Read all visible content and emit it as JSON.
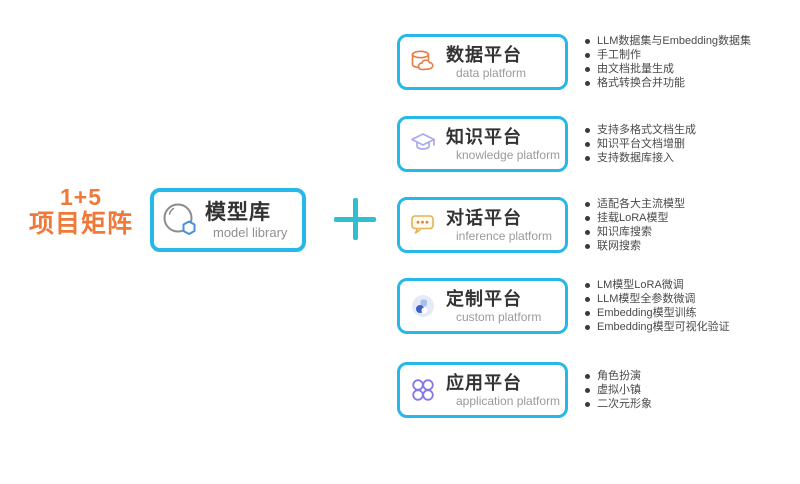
{
  "matrix_label": {
    "line1": "1+5",
    "line2": "项目矩阵",
    "color": "#F0793A"
  },
  "model_box": {
    "title": "模型库",
    "subtitle": "model library",
    "icon": "sphere-hexagon-icon",
    "icon_colors": {
      "sphere": "#8C8C8C",
      "hexagon": "#4A90D8"
    }
  },
  "plus_symbol": "+",
  "platforms": [
    {
      "title": "数据平台",
      "subtitle": "data platform",
      "icon": "database-cloud-icon",
      "icon_color": "#E87A45",
      "bullets": [
        "LLM数据集与Embedding数据集",
        "手工制作",
        "由文档批量生成",
        "格式转换合并功能"
      ]
    },
    {
      "title": "知识平台",
      "subtitle": "knowledge platform",
      "icon": "graduation-cap-icon",
      "icon_color": "#A9A9F0",
      "bullets": [
        "支持多格式文档生成",
        "知识平台文档增删",
        "支持数据库接入"
      ]
    },
    {
      "title": "对话平台",
      "subtitle": "inference platform",
      "icon": "chat-bubble-icon",
      "icon_color": "#E2B255",
      "bullets": [
        "适配各大主流模型",
        "挂载LoRA模型",
        "知识库搜索",
        "联网搜索"
      ]
    },
    {
      "title": "定制平台",
      "subtitle": "custom platform",
      "icon": "custom-tool-icon",
      "icon_color": "#3C5FC0",
      "bullets": [
        "LM模型LoRA微调",
        "LLM模型全参数微调",
        "Embedding模型训练",
        "Embedding模型可视化验证"
      ]
    },
    {
      "title": "应用平台",
      "subtitle": "application platform",
      "icon": "clover-apps-icon",
      "icon_color": "#8678E8",
      "bullets": [
        "角色扮演",
        "虚拟小镇",
        "二次元形象"
      ]
    }
  ],
  "colors": {
    "box_border": "#27B7E8",
    "plus": "#2FBFCF",
    "title_text": "#333333",
    "subtitle_text": "#9a9a9a",
    "bullet_text": "#4a4a4a",
    "accent_orange": "#F0793A",
    "background": "#ffffff"
  }
}
